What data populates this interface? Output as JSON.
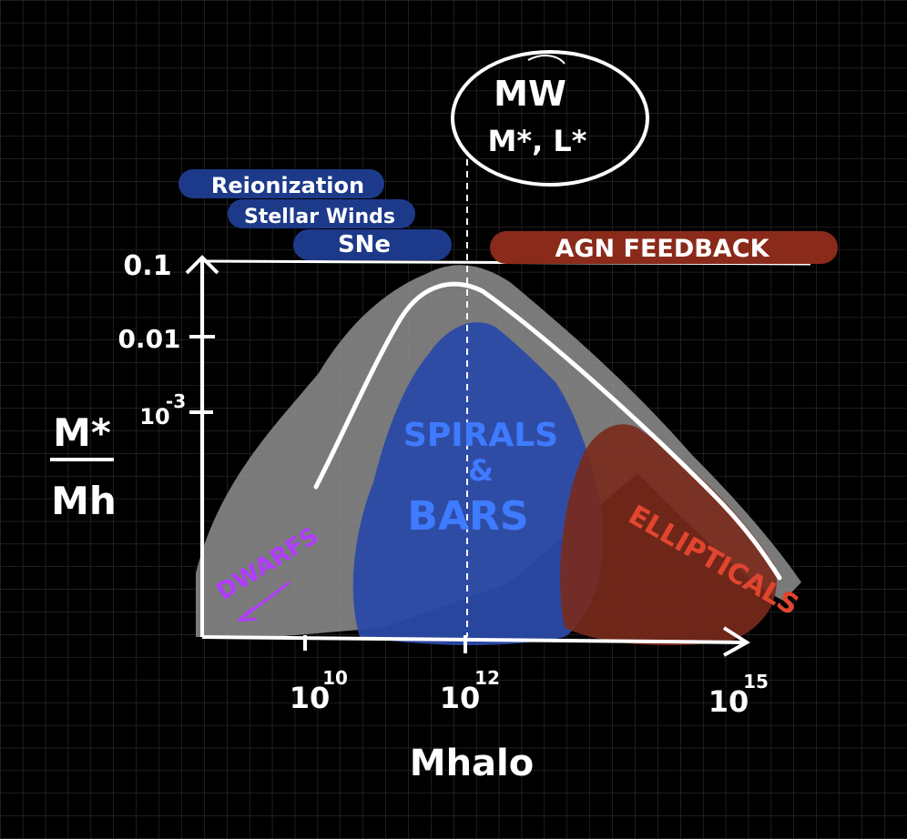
{
  "colors": {
    "background": "#000000",
    "grid": "#3a3a3a",
    "ink": "#ffffff",
    "band": "#8f8f8f",
    "spirals": "#2b4aa8",
    "spirals_text": "#3f7bff",
    "ellipticals": "#7a2a1c",
    "ellipticals_text": "#e2452e",
    "dwarfs_text": "#b13cff",
    "label_pill": "#1d3a8a",
    "agn_pill": "#8a2a1a"
  },
  "axes": {
    "y_ticks": [
      "0.1",
      "0.01",
      "10",
      "-3"
    ],
    "x_ticks": [
      {
        "base": "10",
        "exp": "10"
      },
      {
        "base": "10",
        "exp": "12"
      },
      {
        "base": "10",
        "exp": "15"
      }
    ],
    "y_label_top": "M*",
    "y_label_bottom": "Mh",
    "x_label": "Mhalo"
  },
  "mw_bubble": {
    "line1": "MW",
    "line2": "M*, L*"
  },
  "processes": {
    "reionization": "Reionization",
    "stellar_winds": "Stellar Winds",
    "sne": "SNe",
    "agn": "AGN FEEDBACK"
  },
  "regions": {
    "dwarfs": "DWARFS",
    "spirals_line1": "SPIRALS",
    "spirals_line2": "&",
    "spirals_line3": "BARS",
    "ellipticals": "ELLIPTICALS"
  }
}
